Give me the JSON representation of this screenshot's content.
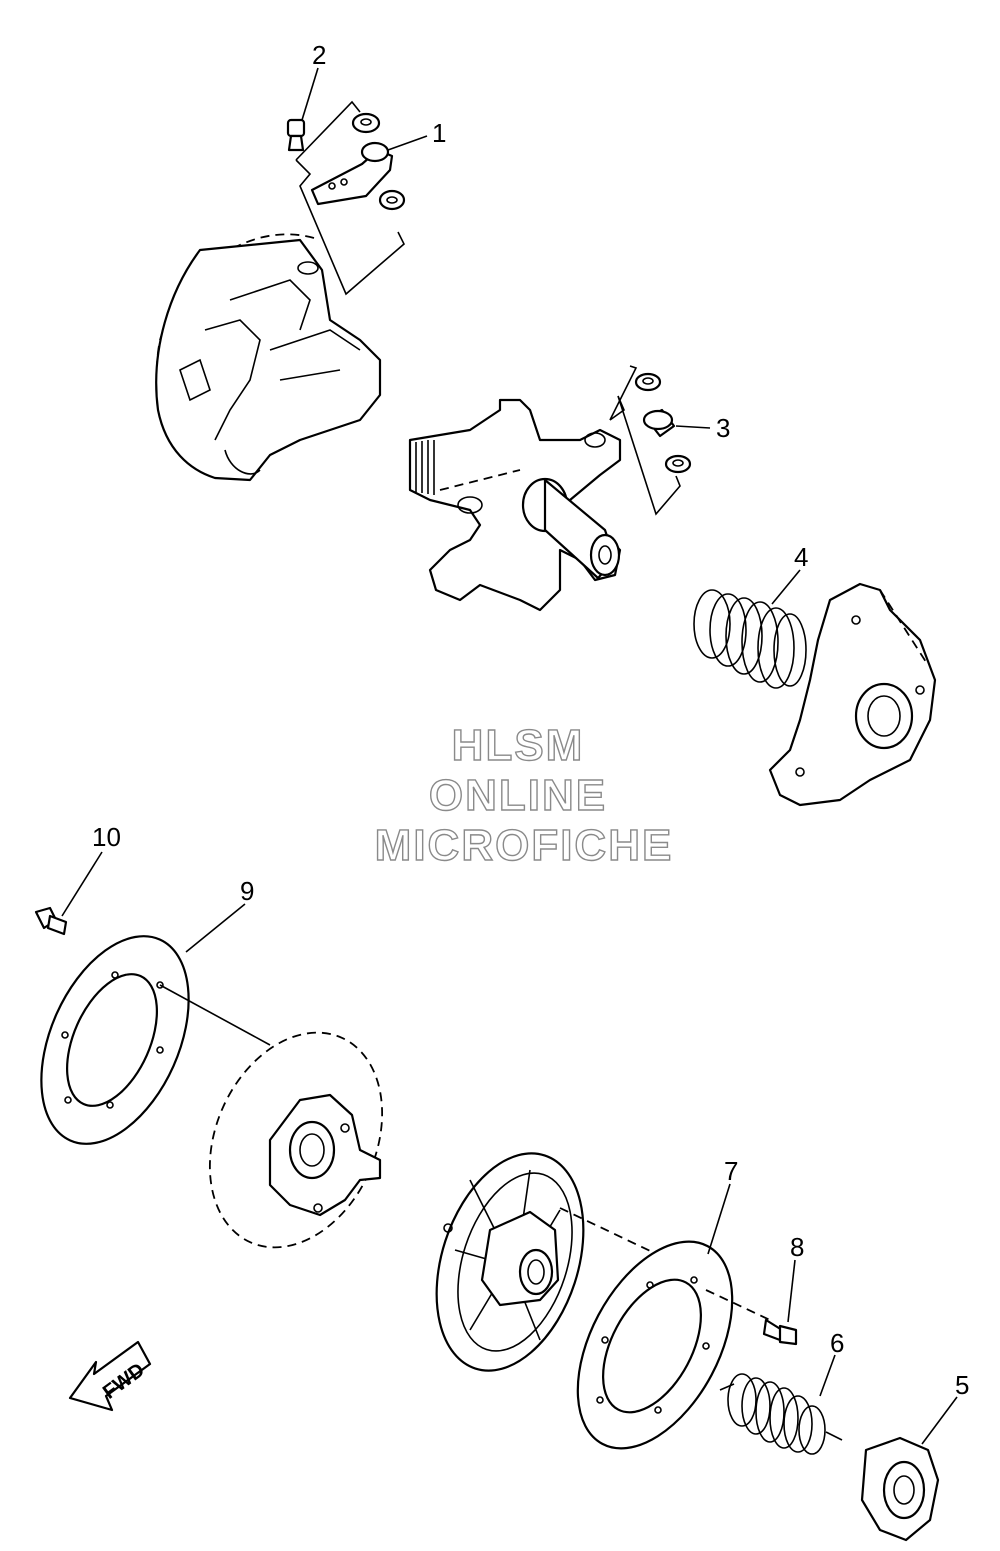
{
  "watermark": {
    "line1": "HLSM",
    "line2": "ONLINE",
    "line3": "MICROFICHE"
  },
  "direction_arrow": {
    "label": "FWD",
    "icon": "fwd-arrow-icon"
  },
  "callouts": [
    {
      "num": "1"
    },
    {
      "num": "2"
    },
    {
      "num": "3"
    },
    {
      "num": "4"
    },
    {
      "num": "5"
    },
    {
      "num": "6"
    },
    {
      "num": "7"
    },
    {
      "num": "8"
    },
    {
      "num": "9"
    },
    {
      "num": "10"
    }
  ],
  "colors": {
    "line": "#000000",
    "background": "#ffffff",
    "watermark_outline": "#8a8a8a"
  }
}
